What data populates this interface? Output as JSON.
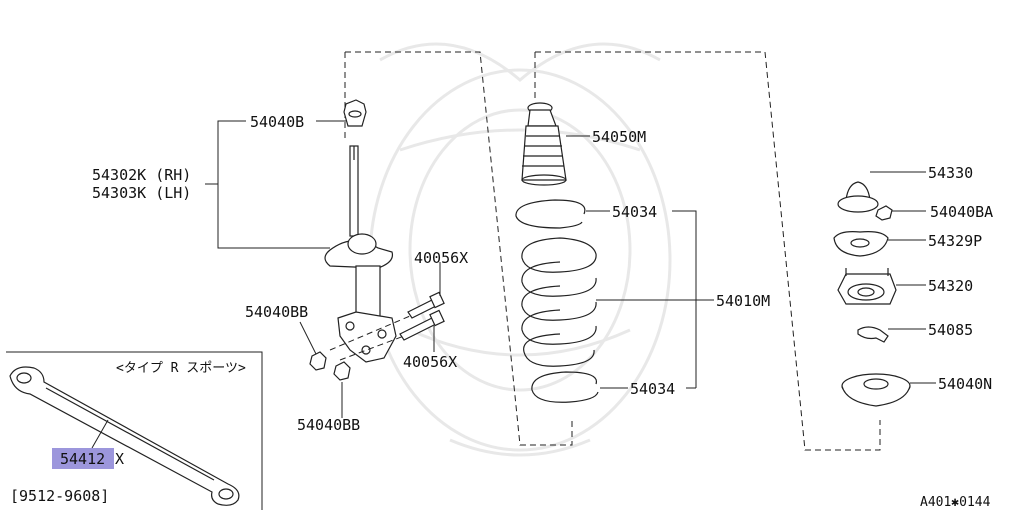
{
  "labels": {
    "p54040B": "54040B",
    "p54302K": "54302K (RH)",
    "p54303K": "54303K (LH)",
    "p40056X_top": "40056X",
    "p40056X_bottom": "40056X",
    "p54040BB_top": "54040BB",
    "p54040BB_bottom": "54040BB",
    "p54050M": "54050M",
    "p54034_top": "54034",
    "p54010M": "54010M",
    "p54034_bottom": "54034",
    "p54330": "54330",
    "p54040BA": "54040BA",
    "p54329P": "54329P",
    "p54320": "54320",
    "p54085": "54085",
    "p54040N": "54040N"
  },
  "inset": {
    "title": "<タイプ R スポーツ>",
    "part_highlight": "54412",
    "part_suffix": "X",
    "date_range": "[9512-9608]"
  },
  "footer": {
    "figure_code": "A401✱0144"
  },
  "colors": {
    "highlight": "#8b84d6",
    "ink": "#222222"
  }
}
